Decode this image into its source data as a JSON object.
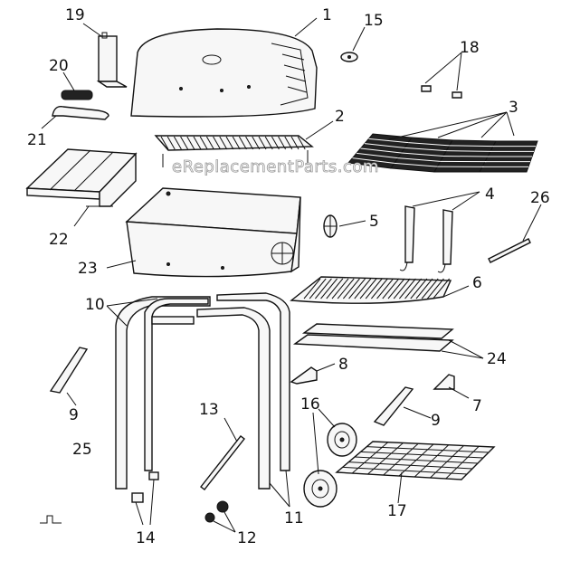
{
  "watermark": "eReplacementParts.com",
  "callouts": {
    "c1": "1",
    "c2": "2",
    "c3": "3",
    "c4": "4",
    "c5": "5",
    "c6": "6",
    "c7": "7",
    "c8": "8",
    "c9a": "9",
    "c9b": "9",
    "c10": "10",
    "c11": "11",
    "c12": "12",
    "c13": "13",
    "c14": "14",
    "c15": "15",
    "c16": "16",
    "c17": "17",
    "c18": "18",
    "c19": "19",
    "c20": "20",
    "c21": "21",
    "c22": "22",
    "c23": "23",
    "c24": "24",
    "c25": "25",
    "c26": "26"
  }
}
